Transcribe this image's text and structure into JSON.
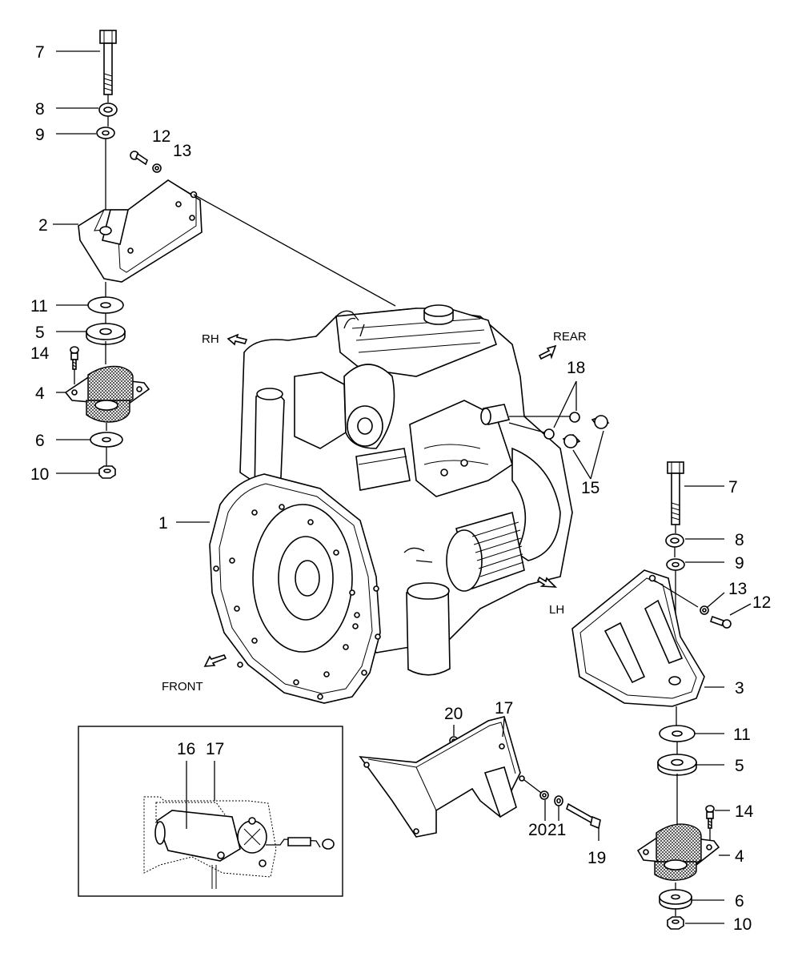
{
  "callouts": {
    "n7a": "7",
    "n8a": "8",
    "n9a": "9",
    "n12a": "12",
    "n13a": "13",
    "n2": "2",
    "n11a": "11",
    "n5a": "5",
    "n14a": "14",
    "n4a": "4",
    "n6a": "6",
    "n10a": "10",
    "n1": "1",
    "n18": "18",
    "n15": "15",
    "n7b": "7",
    "n8b": "8",
    "n9b": "9",
    "n13b": "13",
    "n12b": "12",
    "n3": "3",
    "n11b": "11",
    "n5b": "5",
    "n14b": "14",
    "n4b": "4",
    "n6b": "6",
    "n10b": "10",
    "n20a": "20",
    "n17a": "17",
    "n20b": "20",
    "n21": "21",
    "n19": "19",
    "n16": "16",
    "n17b": "17"
  },
  "directions": {
    "rh": "RH",
    "rear": "REAR",
    "lh": "LH",
    "front": "FRONT"
  }
}
